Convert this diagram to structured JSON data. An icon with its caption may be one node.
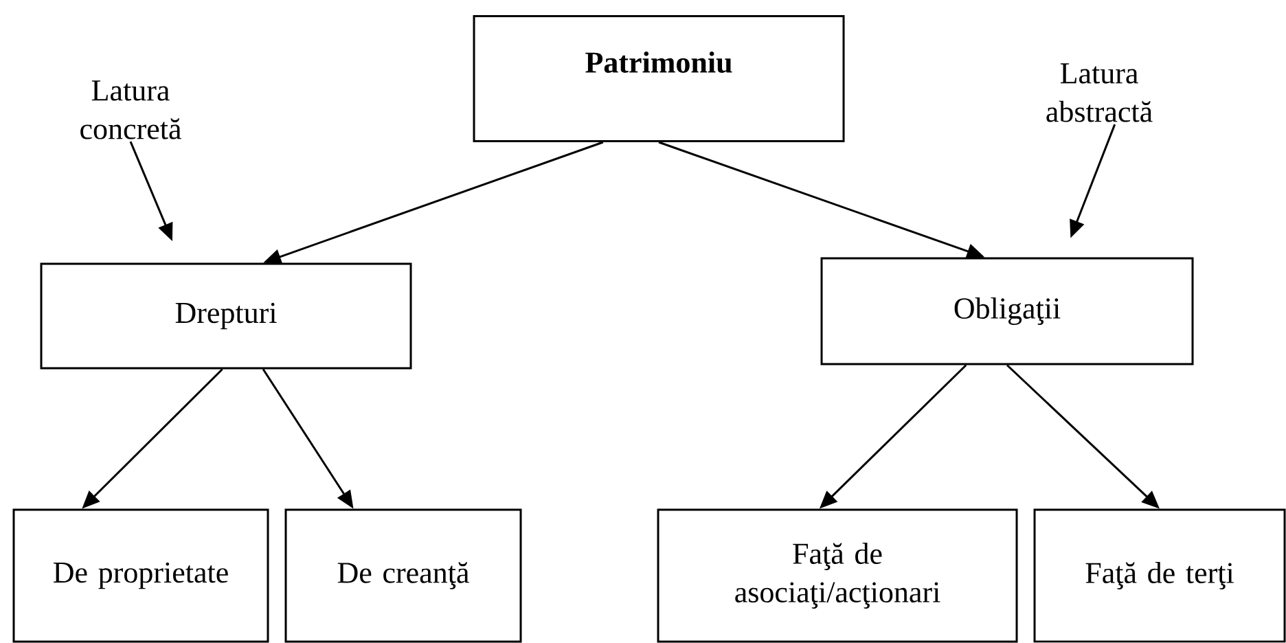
{
  "diagram": {
    "nodes": [
      {
        "text": [
          "Patrimoniu"
        ]
      },
      {
        "text": [
          "Latura concretă"
        ]
      },
      {
        "text": [
          "Latura abstractă"
        ]
      },
      {
        "text": [
          "Drepturi"
        ]
      },
      {
        "text": [
          "Obligaţii"
        ]
      },
      {
        "text": [
          "De proprietate"
        ]
      },
      {
        "text": [
          "De creanţă"
        ]
      },
      {
        "text": [
          "Faţă de asociaţi/acţionari"
        ]
      },
      {
        "text": [
          "Faţă de terţi"
        ]
      }
    ],
    "edges": [
      {
        "from": 0,
        "to": 3,
        "arrow": "to"
      },
      {
        "from": 0,
        "to": 4,
        "arrow": "to"
      },
      {
        "from": 1,
        "to": 3,
        "arrow": "to"
      },
      {
        "from": 2,
        "to": 4,
        "arrow": "to"
      },
      {
        "from": 3,
        "to": 5,
        "arrow": "to"
      },
      {
        "from": 3,
        "to": 6,
        "arrow": "to"
      },
      {
        "from": 4,
        "to": 7,
        "arrow": "to"
      },
      {
        "from": 4,
        "to": 8,
        "arrow": "to"
      }
    ]
  }
}
